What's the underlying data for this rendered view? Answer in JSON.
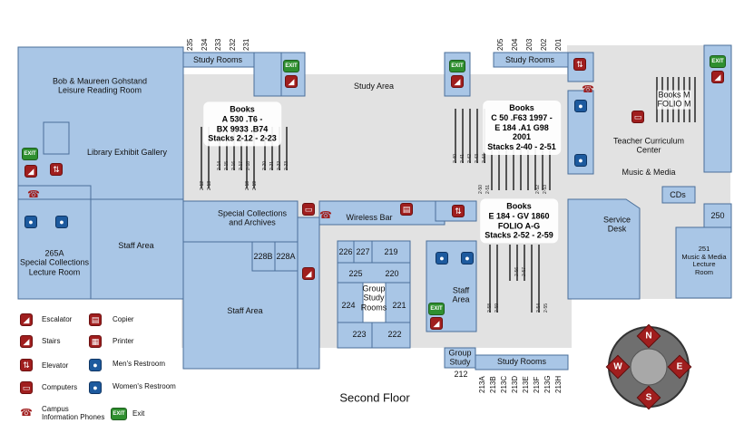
{
  "floor_title": "Second Floor",
  "room_numbers_top_left": [
    "235",
    "234",
    "233",
    "232",
    "231"
  ],
  "room_numbers_top_right": [
    "205",
    "204",
    "203",
    "202",
    "201"
  ],
  "room_numbers_bottom": [
    "212",
    "213A",
    "213B",
    "213C",
    "213D",
    "213E",
    "213F",
    "213G",
    "213H"
  ],
  "labels": {
    "leisure": "Bob & Maureen Gohstand\nLeisure Reading Room",
    "exhibit": "Library Exhibit Gallery",
    "special_lecture": "265A\nSpecial Collections\nLecture Room",
    "staff_area_left": "Staff Area",
    "special_archives": "Special Collections\nand Archives",
    "staff_area_center": "Staff Area",
    "r228b": "228B",
    "r228a": "228A",
    "study_area": "Study Area",
    "study_rooms_left": "Study Rooms",
    "study_rooms_right": "Study Rooms",
    "study_rooms_bottom": "Study Rooms",
    "wireless_bar": "Wireless Bar",
    "group_study_rooms": "Group\nStudy\nRooms",
    "group_study": "Group\nStudy",
    "staff_area_right": "Staff\nArea",
    "teacher_center": "Teacher Curriculum\nCenter",
    "music_media": "Music & Media",
    "cds": "CDs",
    "service_desk": "Service\nDesk",
    "r250": "250",
    "music_lecture": "251\nMusic & Media\nLecture\nRoom",
    "books_m": "Books M\nFOLIO M"
  },
  "group_rooms": [
    "226",
    "227",
    "219",
    "225",
    "220",
    "224",
    "221",
    "223",
    "222"
  ],
  "books": {
    "left": "Books\nA 530 .T6 -\nBX 9933 .B74\nStacks 2-12 - 2-23",
    "center_top": "Books\nC 50 .F63 1997 -\nE 184 .A1 G98\n2001\nStacks 2-40 - 2-51",
    "center_bottom": "Books\nE 184 - GV 1860\nFOLIO A-G\nStacks 2-52 - 2-59"
  },
  "stack_labels_left_top": [
    "2-14",
    "2-15",
    "2-16",
    "2-17",
    "2-18",
    "2-20",
    "2-21",
    "2-22",
    "2-23"
  ],
  "stack_labels_left_bottom": [
    "2-12",
    "2-13",
    "2-18",
    "2-19"
  ],
  "stack_labels_center_top": [
    "2-40",
    "2-41",
    "2-42",
    "2-43",
    "2-44"
  ],
  "stack_labels_center_mid": [
    "2-50",
    "2-51",
    "2-52",
    "2-53"
  ],
  "stack_labels_center_bottom": [
    "2-58",
    "2-59",
    "2-56",
    "2-57",
    "2-54",
    "2-55"
  ],
  "exit_label": "EXIT",
  "compass": {
    "n": "N",
    "s": "S",
    "e": "E",
    "w": "W"
  },
  "legend": [
    {
      "icon": "escalator-icon",
      "label": "Escalator"
    },
    {
      "icon": "stairs-icon",
      "label": "Stairs"
    },
    {
      "icon": "elevator-icon",
      "label": "Elevator"
    },
    {
      "icon": "computer-icon",
      "label": "Computers"
    },
    {
      "icon": "phone-icon",
      "label": "Campus\nInformation Phones"
    },
    {
      "icon": "copier-icon",
      "label": "Copier"
    },
    {
      "icon": "printer-icon",
      "label": "Printer"
    },
    {
      "icon": "mens-restroom-icon",
      "label": "Men's Restroom"
    },
    {
      "icon": "womens-restroom-icon",
      "label": "Women's Restroom"
    },
    {
      "icon": "exit-icon",
      "label": "Exit"
    }
  ],
  "colors": {
    "room": "#a9c6e6",
    "room_stroke": "#4a6f9a",
    "corridor": "#e2e2e2",
    "accent_red": "#a01e1e",
    "accent_blue": "#1d5a9e",
    "exit_green": "#2f8f2f"
  }
}
